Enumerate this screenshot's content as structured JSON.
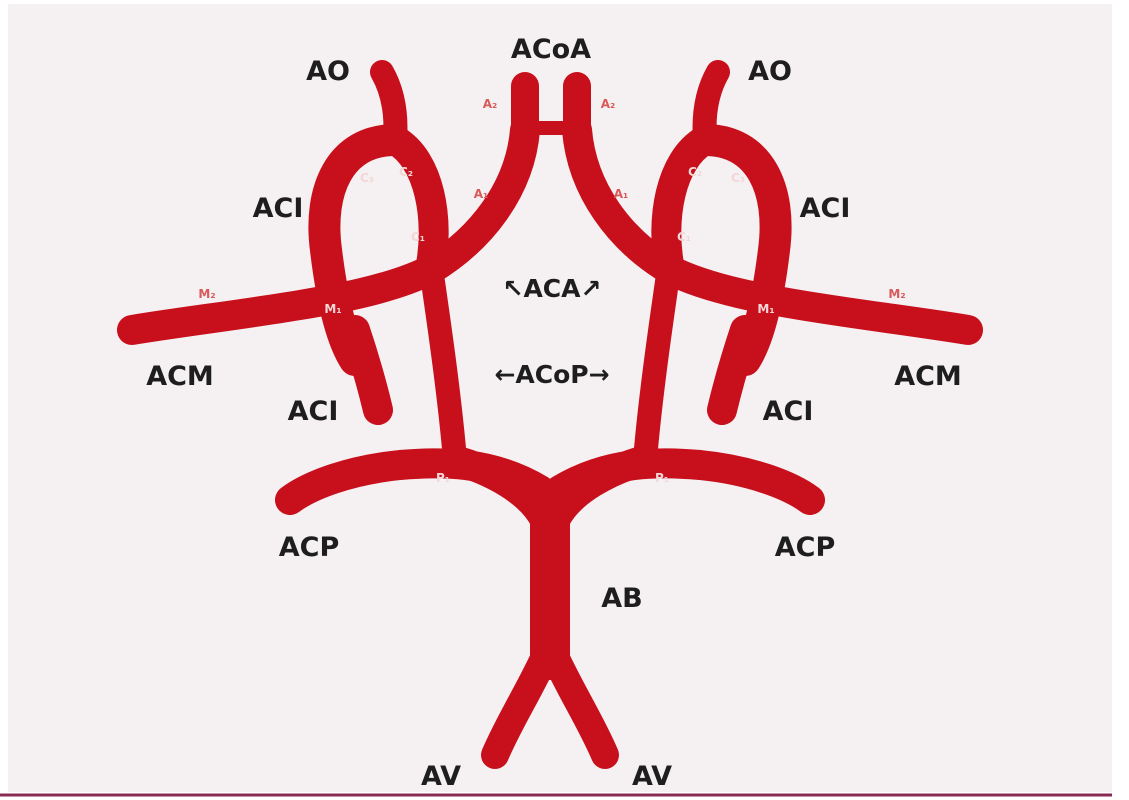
{
  "colors": {
    "vessel": "#c8101c",
    "background": "#f5f0f2",
    "text": "#1e1e1e",
    "bottom_border": "#8a2a55"
  },
  "labels": {
    "acoa": "ACoA",
    "ao_left": "AO",
    "ao_right": "AO",
    "aci_upper_left": "ACI",
    "aci_upper_right": "ACI",
    "aci_lower_left": "ACI",
    "aci_lower_right": "ACI",
    "aca": "↖ACA↗",
    "acop": "←ACoP→",
    "acm_left": "ACM",
    "acm_right": "ACM",
    "acp_left": "ACP",
    "acp_right": "ACP",
    "ab": "AB",
    "av_left": "AV",
    "av_right": "AV"
  },
  "segments": {
    "a2_left": "A₂",
    "a2_right": "A₂",
    "a1_left": "A₁",
    "a1_right": "A₁",
    "c3_left": "C₃",
    "c2_left": "C₂",
    "c1_left": "C₁",
    "c2_right": "C₂",
    "c3_right": "C₃",
    "c1_right": "C₁",
    "m1_left": "M₁",
    "m1_right": "M₁",
    "m2_left": "M₂",
    "m2_right": "M₂",
    "p1_left": "P₁",
    "p1_right": "P₁"
  }
}
